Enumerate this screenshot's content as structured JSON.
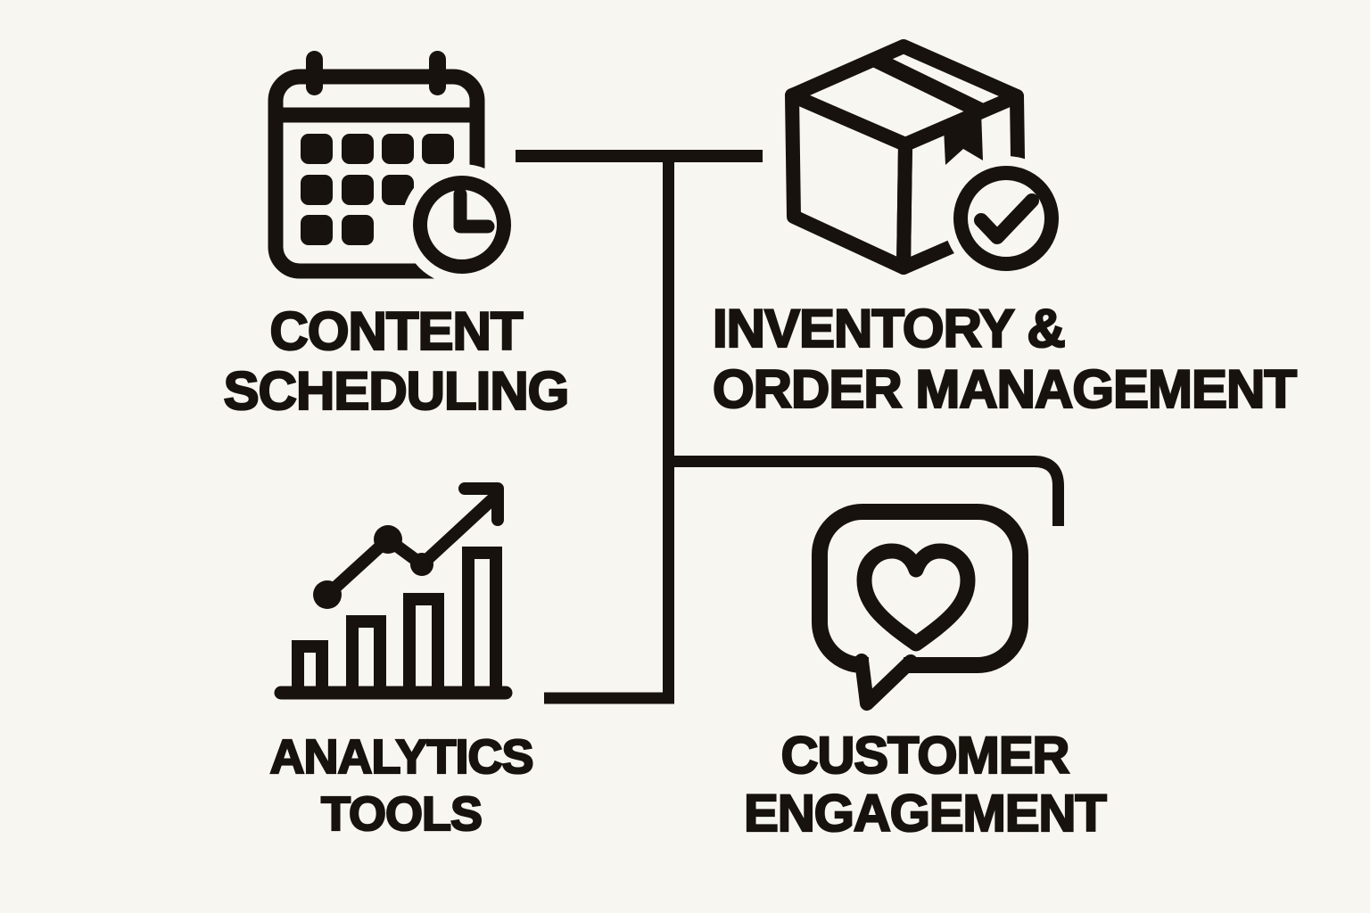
{
  "canvas": {
    "background_color": "#f8f6f0",
    "ink_color": "#17120d"
  },
  "diagram": {
    "type": "feature-map",
    "connector_style": "right-angle tree, single vertical trunk",
    "nodes": [
      {
        "id": "content-scheduling",
        "icon": "calendar-clock-icon",
        "label_line1": "CONTENT",
        "label_line2": "SCHEDULING",
        "position": "top-left"
      },
      {
        "id": "inventory-order-management",
        "icon": "package-check-icon",
        "label_line1": "INVENTORY &",
        "label_line2": "ORDER MANAGEMENT",
        "position": "top-right"
      },
      {
        "id": "analytics-tools",
        "icon": "bar-chart-growth-icon",
        "label_line1": "ANALYTICS",
        "label_line2": "TOOLS",
        "position": "bottom-left"
      },
      {
        "id": "customer-engagement",
        "icon": "chat-heart-icon",
        "label_line1": "CUSTOMER",
        "label_line2": "ENGAGEMENT",
        "position": "bottom-right"
      }
    ]
  }
}
